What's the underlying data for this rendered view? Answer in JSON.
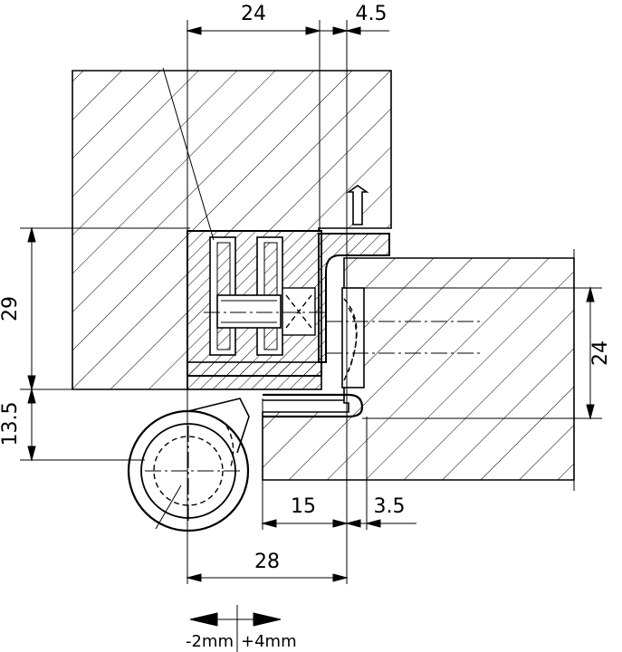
{
  "dimensions": {
    "top_left": "24",
    "top_right": "4.5",
    "left_upper": "29",
    "left_lower": "13.5",
    "right": "24",
    "bottom_mid_left": "15",
    "bottom_mid_right": "3.5",
    "bottom": "28"
  },
  "adjustment": {
    "minus": "-2mm",
    "plus": "+4mm"
  }
}
